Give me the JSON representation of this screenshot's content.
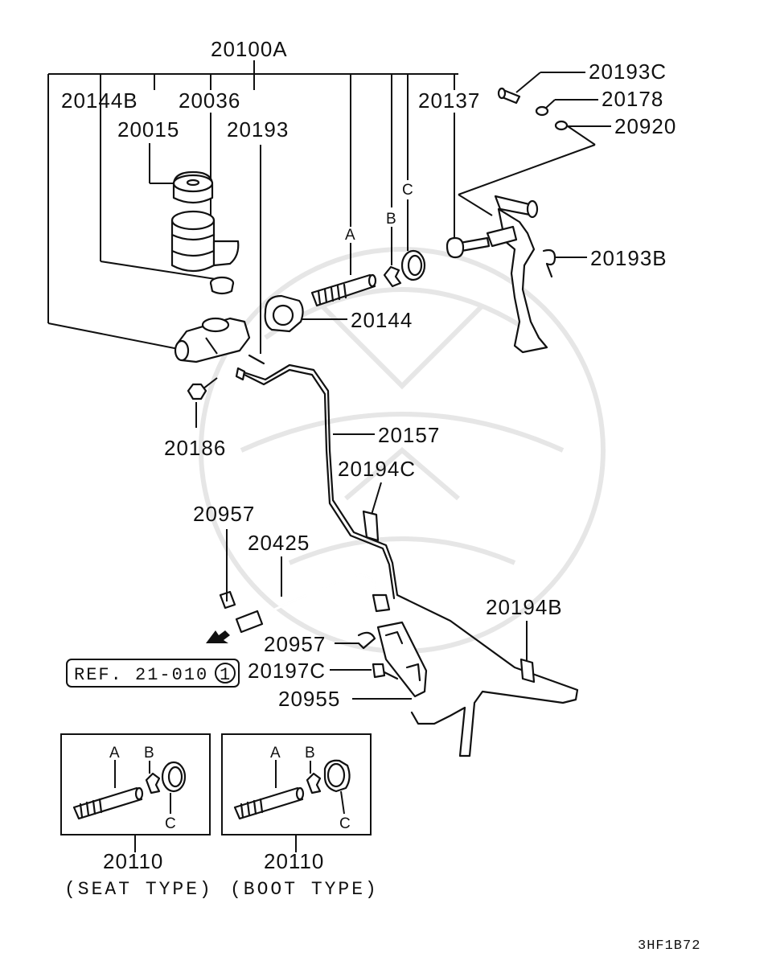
{
  "diagram": {
    "callouts": {
      "assembly": "20100A",
      "reservoir_grommet": "20144B",
      "reservoir_body": "20036",
      "reservoir_cap": "20015",
      "rod_pin": "20193",
      "push_rod_bolt": "20137",
      "pedal_pin": "20193C",
      "washer_a": "20178",
      "washer_b": "20920",
      "snap_pin": "20193B",
      "gasket": "20144",
      "union_nut": "20186",
      "clutch_pipe": "20157",
      "pipe_clip_c": "20194C",
      "hose_clip_top": "20957",
      "clutch_hose": "20425",
      "hose_clip_bottom": "20957",
      "bracket_bolt": "20197C",
      "hose_bracket": "20955",
      "pipe_clip_b": "20194B"
    },
    "letters": {
      "a": "A",
      "b": "B",
      "c": "C"
    },
    "reference": {
      "text": "REF. 21-010",
      "number": "1"
    },
    "insets": [
      {
        "part_no": "20110",
        "type": "(SEAT TYPE)",
        "a": "A",
        "b": "B",
        "c": "C"
      },
      {
        "part_no": "20110",
        "type": "(BOOT TYPE)",
        "a": "A",
        "b": "B",
        "c": "C"
      }
    ],
    "diagram_code": "3HF1B72"
  }
}
